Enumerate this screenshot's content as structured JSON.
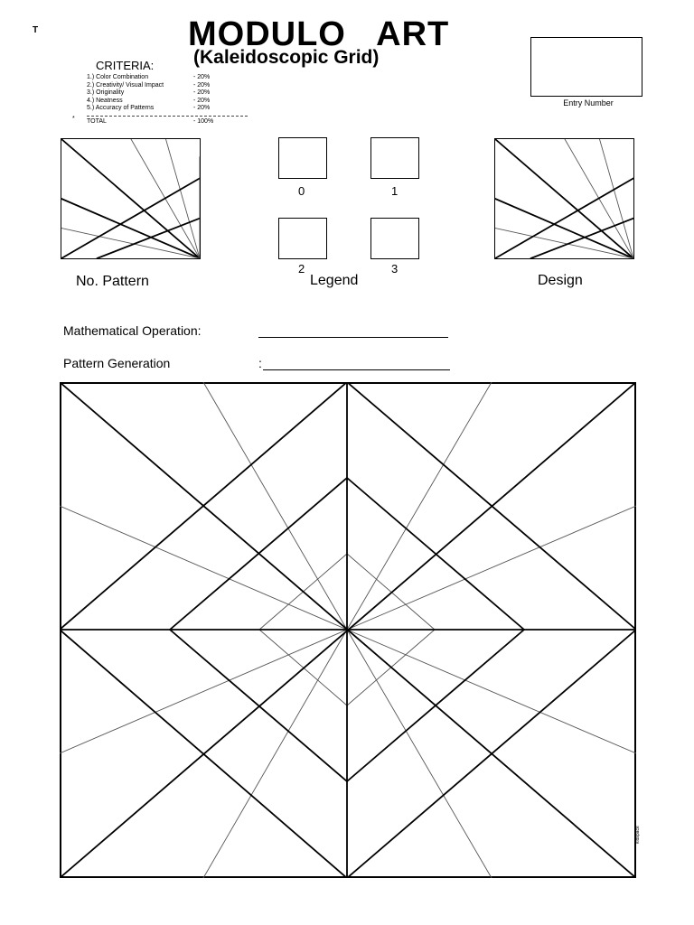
{
  "corner_mark": "T",
  "title": "MODULO   ART",
  "subtitle": "(Kaleidoscopic Grid)",
  "criteria": {
    "heading": "CRITERIA:",
    "items": [
      {
        "name": "1.) Color Combination",
        "value": "- 20%"
      },
      {
        "name": "2.) Creativity/ Visual Impact",
        "value": "- 20%"
      },
      {
        "name": "3.) Originality",
        "value": "- 20%"
      },
      {
        "name": "4.) Neatness",
        "value": "- 20%"
      },
      {
        "name": "5.) Accuracy of Patterns",
        "value": "- 20%"
      }
    ],
    "total_label": "TOTAL",
    "total_value": "- 100%"
  },
  "bullet": "*",
  "entry_label": "Entry Number",
  "legend": {
    "numbers": [
      "0",
      "1",
      "2",
      "3"
    ],
    "caption": "Legend"
  },
  "captions": {
    "left": "No. Pattern",
    "right": "Design"
  },
  "fields": {
    "math_label": "Mathematical Operation:",
    "pattern_label": "Pattern Generation",
    "colon": ":"
  },
  "side_mark": "kidspace"
}
